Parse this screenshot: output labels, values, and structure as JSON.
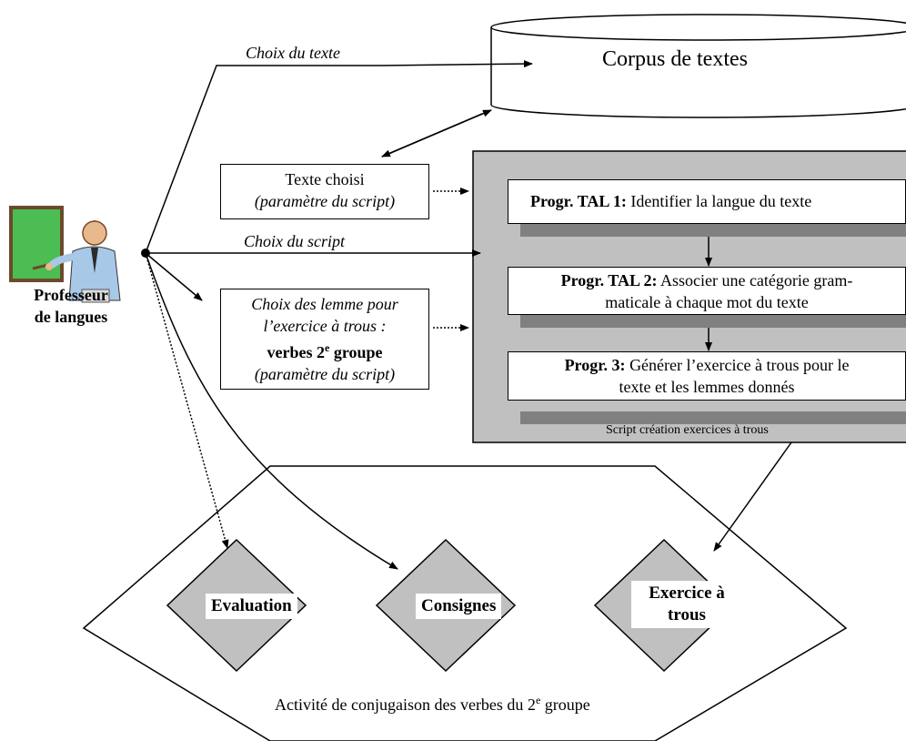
{
  "corpus": {
    "label": "Corpus de textes"
  },
  "arrows": {
    "choix_texte": "Choix du texte",
    "choix_script": "Choix du script"
  },
  "teacher": {
    "line1": "Professeur",
    "line2": "de langues"
  },
  "texte_choisi": {
    "line1": "Texte choisi",
    "line2": "(paramètre du script)"
  },
  "lemmes": {
    "line1": "Choix des lemme pour",
    "line2": "l’exercice à trous :",
    "line3_a": "verbes 2",
    "line3_sup": "e",
    "line3_b": " groupe",
    "line4": "(paramètre du script)"
  },
  "script": {
    "caption": "Script création exercices à trous",
    "step1": {
      "bold": "Progr. TAL 1:",
      "text": " Identifier la langue du texte"
    },
    "step2": {
      "bold": "Progr. TAL 2:",
      "text": " Associer une catégorie gram-",
      "line2": "maticale à chaque mot du texte"
    },
    "step3": {
      "bold": "Progr. 3:",
      "text": " Générer l’exercice à trous pour le",
      "line2": "texte et les lemmes donnés"
    }
  },
  "activity": {
    "caption_a": "Activité de conjugaison des verbes du 2",
    "caption_sup": "e",
    "caption_b": " groupe",
    "evaluation": "Evaluation",
    "consignes": "Consignes",
    "exercice_line1": "Exercice à",
    "exercice_line2": "trous"
  },
  "colors": {
    "gray_fill": "#c0c0c0",
    "shadow": "#808080",
    "line": "#000000"
  }
}
